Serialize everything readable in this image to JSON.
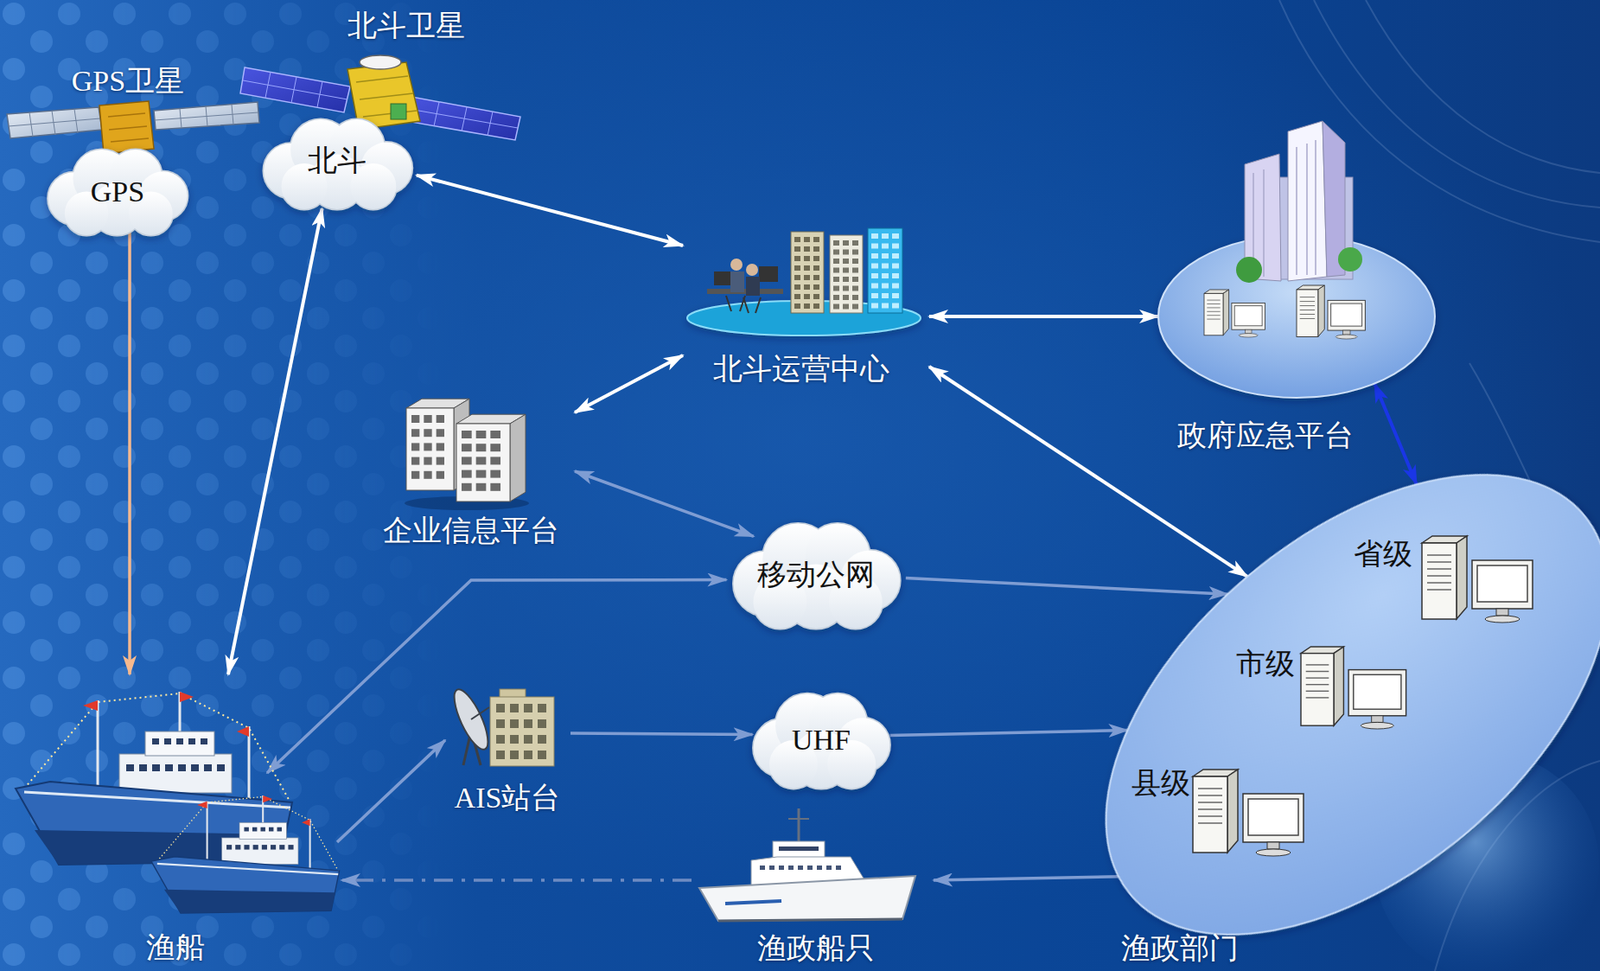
{
  "diagram": {
    "nodes": [
      {
        "text": [
          "GPS卫星",
          "GPS"
        ]
      },
      {
        "text": [
          "北斗卫星",
          "北斗"
        ]
      },
      {
        "text": [
          "北斗运营中心"
        ]
      },
      {
        "text": [
          "政府应急平台"
        ]
      },
      {
        "text": [
          "企业信息平台"
        ]
      },
      {
        "text": [
          "移动公网"
        ]
      },
      {
        "text": [
          "渔政部门"
        ]
      },
      {
        "text": [
          "省级"
        ],
        "in": 6
      },
      {
        "text": [
          "市级"
        ],
        "in": 6
      },
      {
        "text": [
          "县级"
        ],
        "in": 6
      },
      {
        "text": [
          "AIS站台"
        ]
      },
      {
        "text": [
          "UHF"
        ]
      },
      {
        "text": [
          "渔船"
        ]
      },
      {
        "text": [
          "渔政船只"
        ]
      }
    ],
    "edges": [
      {
        "from": 0,
        "to": 12,
        "arrow": "to"
      },
      {
        "from": 1,
        "to": 12,
        "arrow": "both"
      },
      {
        "from": 1,
        "to": 2,
        "arrow": "both"
      },
      {
        "from": 2,
        "to": 3,
        "arrow": "both"
      },
      {
        "from": 2,
        "to": 4,
        "arrow": "both"
      },
      {
        "from": 2,
        "to": 6,
        "arrow": "both"
      },
      {
        "from": 3,
        "to": 6,
        "arrow": "both"
      },
      {
        "from": 4,
        "to": 5,
        "arrow": "both"
      },
      {
        "from": 5,
        "to": 6,
        "arrow": "to"
      },
      {
        "from": 12,
        "to": 5,
        "arrow": "both"
      },
      {
        "from": 12,
        "to": 10,
        "arrow": "to"
      },
      {
        "from": 10,
        "to": 11,
        "arrow": "to"
      },
      {
        "from": 11,
        "to": 6,
        "arrow": "to"
      },
      {
        "from": 6,
        "to": 13,
        "arrow": "to"
      },
      {
        "from": 13,
        "to": 12,
        "arrow": "to"
      },
      {
        "from": 9,
        "to": 8,
        "arrow": "to"
      },
      {
        "from": 8,
        "to": 7,
        "arrow": "to"
      }
    ]
  }
}
